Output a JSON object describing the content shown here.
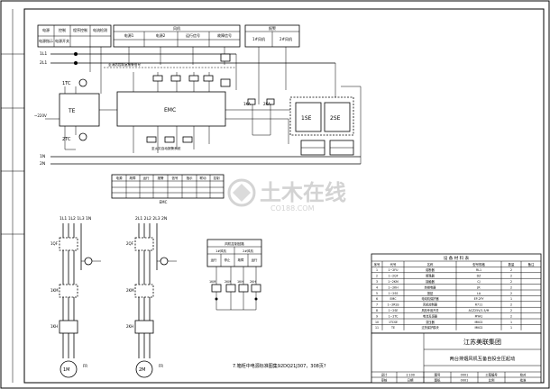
{
  "control_table": {
    "headers": [
      "电源",
      "控制",
      "程序控制",
      "电流检测",
      "风机",
      "报警",
      "电源指示",
      "电源开关"
    ],
    "sub_headers": [
      "电源1",
      "电源2",
      "运行信号",
      "故障信号",
      "1#风机",
      "2#风机"
    ]
  },
  "modules": {
    "emc": "EMC",
    "te": "TE",
    "s1": "1SE",
    "s2": "2SE",
    "tc1": "1TC",
    "tc2": "2TC"
  },
  "terminals": {
    "l1": "1L1",
    "l2": "2L1",
    "n1": "1N",
    "n2": "2N",
    "v220": "~220V",
    "ka1": "1KA",
    "ka2": "2KA"
  },
  "notes": {
    "note_upper": "至消防控制室报警信号",
    "note_lower": "至火灾自动报警系统",
    "emc_label": "EMC"
  },
  "lower_table": {
    "cells": [
      "电源",
      "故障",
      "运行",
      "报警",
      "信号",
      "指示",
      "联动",
      "控制"
    ]
  },
  "power": {
    "bus1": "1L1 1L2 1L3 1N",
    "bus2": "2L1 2L2 2L3 2N",
    "qf1": "1QF",
    "qf2": "2QF",
    "km1": "1KM",
    "km2": "2KM",
    "kh1": "1KH",
    "kh2": "2KH",
    "m1": "1M",
    "m2": "2M",
    "fr": "FR"
  },
  "small_table": {
    "title": "风机控制回路",
    "cells": [
      "1#风机",
      "2#风机",
      "运行",
      "停止",
      "故障",
      "运行",
      "停止",
      "故障"
    ],
    "km_labels": [
      "1KM",
      "2KM",
      "1KH",
      "2KH"
    ]
  },
  "bottom_note": "7.箱柜中电源标准图集92DQ21J307，308页?",
  "watermark": {
    "main": "土木在线",
    "sub": "CO188.COM"
  },
  "equipment_table": {
    "title": "设 备 材 料 表",
    "headers": [
      "序号",
      "代号",
      "名称",
      "型号规格",
      "数量",
      "备注"
    ],
    "rows": [
      [
        "1",
        "1~2FU",
        "熔断器",
        "RL1",
        "2",
        ""
      ],
      [
        "2",
        "1~2QF",
        "断路器",
        "DZ",
        "2",
        ""
      ],
      [
        "3",
        "1~2KM",
        "接触器",
        "CJ",
        "2",
        ""
      ],
      [
        "4",
        "1~2KH",
        "热继电器",
        "JR",
        "2",
        ""
      ],
      [
        "5",
        "1~2SS",
        "按钮",
        "LA",
        "2",
        ""
      ],
      [
        "6",
        "EMC",
        "电动机保护器",
        "EP-2FY",
        "1",
        ""
      ],
      [
        "7",
        "1~2RSS",
        "风机控制器",
        "R711",
        "2",
        ""
      ],
      [
        "8",
        "1~2SE",
        "风机专用开关",
        "ACZ25V/1.5/M",
        "2",
        ""
      ],
      [
        "9",
        "1~2TC",
        "电流互感器",
        "MYA1",
        "2",
        ""
      ],
      [
        "10",
        "1TCSE",
        "变压器",
        "MK02",
        "1",
        ""
      ],
      [
        "11",
        "TE",
        "过热保护模块",
        "MK02",
        "1",
        ""
      ]
    ]
  },
  "title_block": {
    "company": "江苏美联集团",
    "drawing": "两台排烟风机互备自投全压起动",
    "meta": [
      "设计",
      "1:100",
      "图号",
      "0001",
      "工程编号",
      "校对",
      "审核",
      "日期",
      "图纸",
      "0001",
      "比例",
      "批准"
    ]
  }
}
